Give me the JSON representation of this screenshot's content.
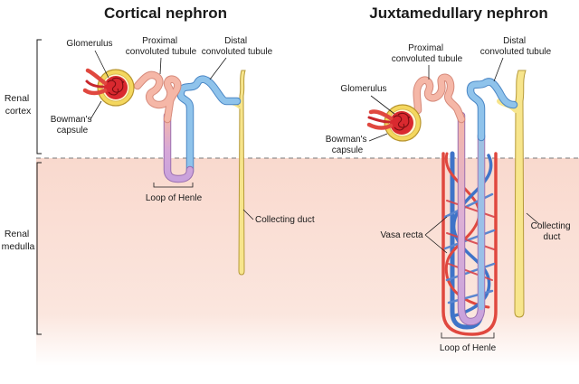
{
  "titles": {
    "cortical": "Cortical nephron",
    "juxtamedullary": "Juxtamedullary nephron"
  },
  "regions": {
    "cortex": [
      "Renal",
      "cortex"
    ],
    "medulla": [
      "Renal",
      "medulla"
    ]
  },
  "labels": {
    "glomerulus": "Glomerulus",
    "proximal": [
      "Proximal",
      "convoluted tubule"
    ],
    "distal": [
      "Distal",
      "convoluted tubule"
    ],
    "bowman": [
      "Bowman's",
      "capsule"
    ],
    "loop": "Loop of Henle",
    "collecting_inline": "Collecting duct",
    "collecting_stacked": [
      "Collecting",
      "duct"
    ],
    "vasa_recta": "Vasa recta"
  },
  "colors": {
    "medulla_bg": "#fbe4dc",
    "proximal_tubule": "#f5b7a7",
    "distal_tubule": "#8fc3eb",
    "loop_descending": "#c9a2dc",
    "collecting_duct": "#f7e58c",
    "glomerulus": "#d9292f",
    "bowman_capsule": "#f4d75e",
    "arteriole": "#e0483f",
    "venule": "#3f74c8"
  }
}
